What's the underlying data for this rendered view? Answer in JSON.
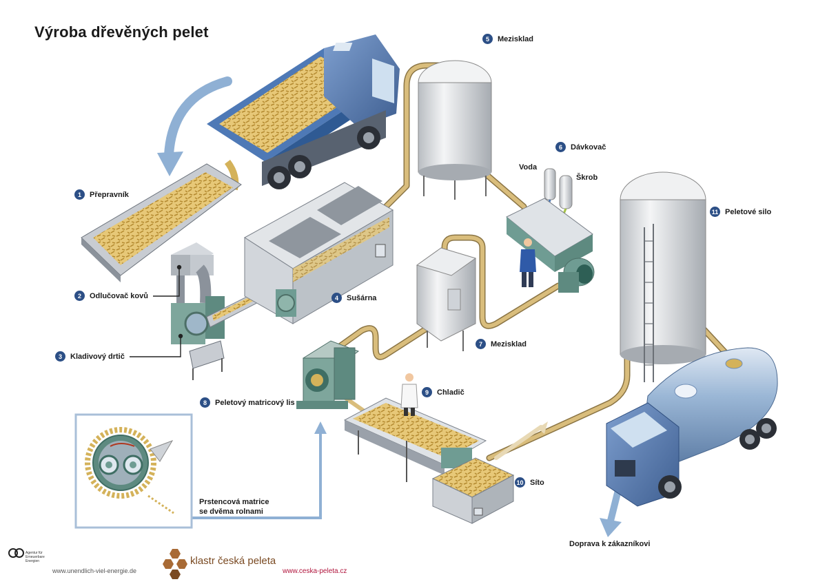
{
  "title": "Výroba dřevěných pelet",
  "steps": [
    {
      "num": "1",
      "label": "Přepravník"
    },
    {
      "num": "2",
      "label": "Odlučovač kovů"
    },
    {
      "num": "3",
      "label": "Kladivový drtič"
    },
    {
      "num": "4",
      "label": "Sušárna"
    },
    {
      "num": "5",
      "label": "Mezisklad"
    },
    {
      "num": "6",
      "label": "Dávkovač"
    },
    {
      "num": "7",
      "label": "Mezisklad"
    },
    {
      "num": "8",
      "label": "Peletový matricový lis"
    },
    {
      "num": "9",
      "label": "Chladič"
    },
    {
      "num": "10",
      "label": "Síto"
    },
    {
      "num": "11",
      "label": "Peletové silo"
    }
  ],
  "ingredients": {
    "water": "Voda",
    "starch": "Škrob"
  },
  "inset_note": [
    "Prstencová matrice",
    "se dvěma rolnami"
  ],
  "delivery": "Doprava k zákazníkovi",
  "footer": {
    "agency_text": "Agentur für Erneuerbare Energien",
    "agency_url": "www.unendlich-viel-energie.de",
    "brand": "klastr česká peleta",
    "brand_url": "www.ceska-peleta.cz"
  },
  "colors": {
    "badge": "#2c4f86",
    "pipe": "#c9a866",
    "arrow": "#8fb0d4",
    "machine": "#6f9c93",
    "pellet": "#d4b25a"
  }
}
